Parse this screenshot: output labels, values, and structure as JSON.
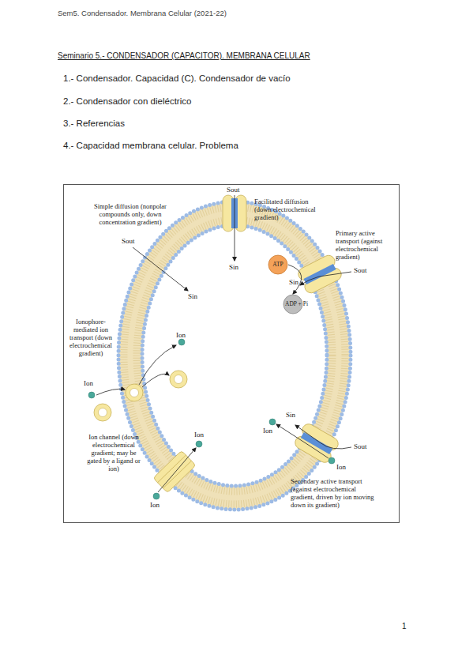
{
  "diagram": {
    "title": "Seminario 5.- CONDENSADOR (CAPACITOR). MEMBRANA CELULAR",
    "nodes": [
      {
        "text": [
          "ATP"
        ]
      },
      {
        "text": [
          "ADP + Pi"
        ]
      }
    ],
    "edges": [
      {
        "from": 0,
        "to": 1,
        "arrow": "to"
      }
    ],
    "labels": [
      "Sem5. Condensador. Membrana Celular (2021-22)",
      "1.- Condensador. Capacidad (C). Condensador de vacío",
      "2.- Condensador con dieléctrico",
      "3.- Referencias",
      "4.- Capacidad membrana celular. Problema",
      "Simple diffusion (nonpolar compounds only, down concentration gradient)",
      "Sout",
      "Sin",
      "Sout",
      "Sin",
      "Facilitated diffusion (down electrochemical gradient)",
      "Primary active transport (against electrochemical gradient)",
      "Sout",
      "Sin",
      "Ionophore-mediated ion transport (down electrochemical gradient)",
      "Ion",
      "Ion",
      "Ion",
      "Ion",
      "Ion channel (down electrochemical gradient; may be gated by a ligand or ion)",
      "Sin",
      "Ion",
      "Sout",
      "Ion",
      "Secondary active transport (against electrochemical gradient, driven by ion moving down its gradient)",
      "1"
    ]
  }
}
